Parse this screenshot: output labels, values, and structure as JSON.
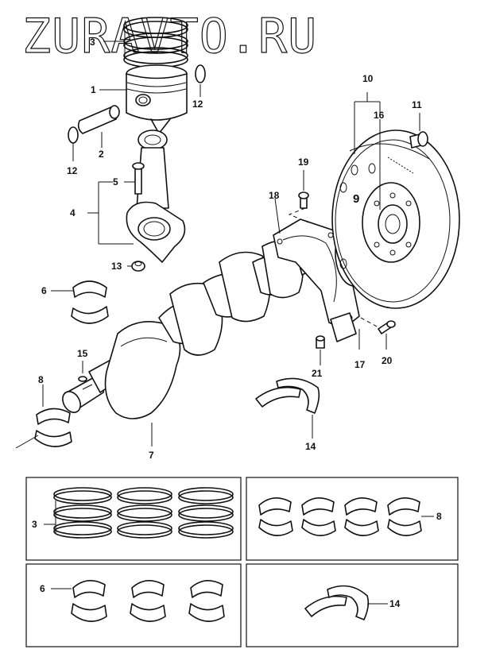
{
  "watermark": "ZURAVTO.RU",
  "callouts": {
    "piston_ring_set": "3",
    "piston": "1",
    "piston_pin": "2",
    "pin_circlip": "12",
    "connecting_rod_bolt": "5",
    "connecting_rod": "4",
    "rod_nut": "13",
    "rod_bearing": "6",
    "woodruff_key": "15",
    "main_bearing": "8",
    "crankshaft": "7",
    "thrust_washer": "14",
    "flywheel": "10",
    "flywheel_bolt": "11",
    "pilot_bearing": "16",
    "flywheel_marker": "9",
    "oil_seal_retainer_bolt": "19",
    "oil_seal_gasket": "18",
    "oil_seal_housing": "17",
    "retainer_bolt": "20",
    "dowel_pin": "21"
  },
  "sets": {
    "rings_label": "3",
    "main_bearings_label": "8",
    "rod_bearings_label": "6",
    "thrust_washers_label": "14"
  }
}
